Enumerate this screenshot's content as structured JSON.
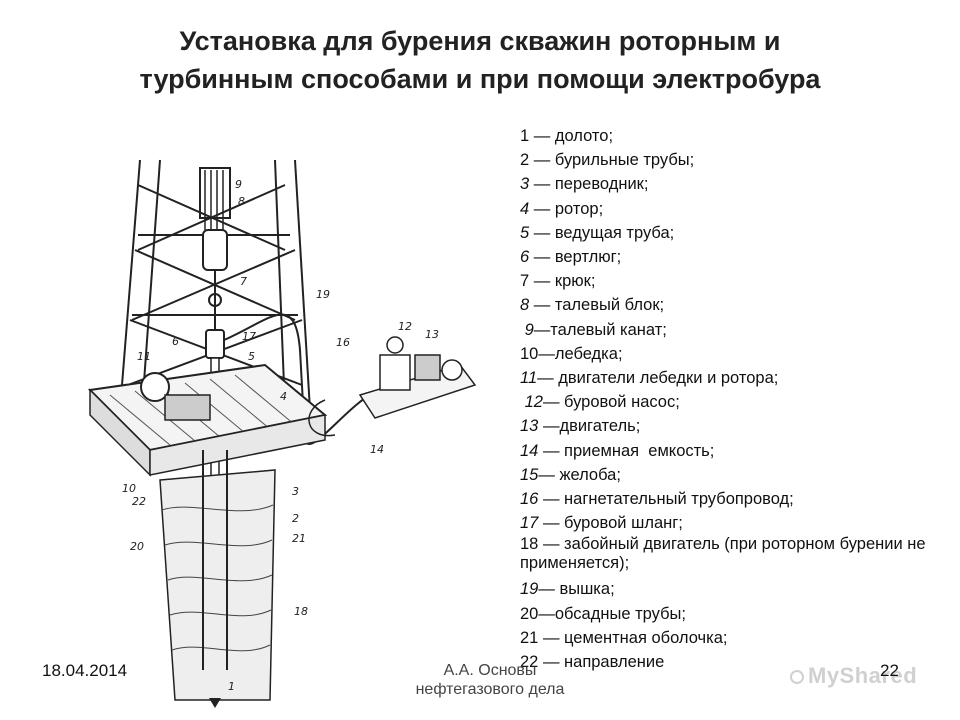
{
  "title": {
    "line1": "Установка для бурения скважин роторным и",
    "line2": "турбинным способами и при помощи электробура"
  },
  "legend": [
    {
      "num": "1",
      "text": " — долото;",
      "italic": false
    },
    {
      "num": "2",
      "text": " — бурильные трубы;",
      "italic": false
    },
    {
      "num": "3",
      "text": " — переводник;",
      "italic": true
    },
    {
      "num": "4",
      "text": " — ротор;",
      "italic": true
    },
    {
      "num": "5",
      "text": " — ведущая труба;",
      "italic": true
    },
    {
      "num": "6",
      "text": " — вертлюг;",
      "italic": true
    },
    {
      "num": "7",
      "text": " — крюк;",
      "italic": false
    },
    {
      "num": "8",
      "text": " — талевый блок;",
      "italic": true
    },
    {
      "num": " 9",
      "text": "—талевый канат;",
      "italic": true
    },
    {
      "num": "10",
      "text": "—лебедка;",
      "italic": false
    },
    {
      "num": "11",
      "text": "— двигатели лебедки и ротора;",
      "italic": true
    },
    {
      "num": " 12",
      "text": "— буровой насос;",
      "italic": true
    },
    {
      "num": "13",
      "text": " —двигатель;",
      "italic": true
    },
    {
      "num": "14",
      "text": " — приемная  емкость;",
      "italic": true
    },
    {
      "num": "15",
      "text": "— желоба;",
      "italic": true
    },
    {
      "num": "16",
      "text": " — нагнетательный трубопровод;",
      "italic": true
    },
    {
      "num": "17",
      "text": " — буровой шланг;",
      "italic": true
    },
    {
      "num": "18",
      "text": " — забойный двигатель (при роторном бурении не применяется);",
      "italic": false
    },
    {
      "num": "19",
      "text": "— вышка;",
      "italic": true
    },
    {
      "num": "20",
      "text": "—обсадные трубы;",
      "italic": false
    },
    {
      "num": "21",
      "text": " — цементная оболочка;",
      "italic": false
    },
    {
      "num": "22",
      "text": " — направление",
      "italic": false
    }
  ],
  "figure": {
    "callouts": [
      "1",
      "2",
      "3",
      "4",
      "5",
      "6",
      "7",
      "8",
      "9",
      "10",
      "11",
      "12",
      "13",
      "14",
      "16",
      "17",
      "18",
      "19",
      "20",
      "21",
      "22"
    ]
  },
  "footer": {
    "date": "18.04.2014",
    "author_line1": "А.А. Основы",
    "author_line2": "нефтегазового дела",
    "page": "22",
    "watermark": "MyShared"
  }
}
